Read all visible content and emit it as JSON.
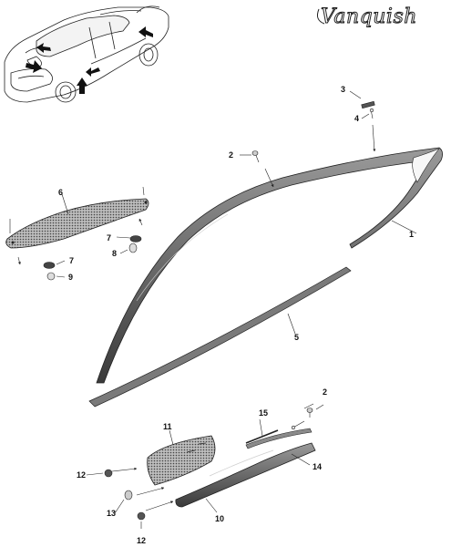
{
  "brand": {
    "logo_text": "Vanquish"
  },
  "callouts": {
    "c1": "1",
    "c2a": "2",
    "c2b": "2",
    "c3": "3",
    "c4": "4",
    "c5": "5",
    "c6": "6",
    "c7a": "7",
    "c7b": "7",
    "c8": "8",
    "c9": "9",
    "c10": "10",
    "c11": "11",
    "c12a": "12",
    "c12b": "12",
    "c13": "13",
    "c14": "14",
    "c15": "15"
  },
  "icons": {
    "locator_arrows": "black-arrow-icon",
    "leader_arrows": "arrowhead-icon"
  },
  "colors": {
    "line": "#222222",
    "trim_fill": "#6e6e6e",
    "mesh_fill": "#9a9a9a",
    "background": "#ffffff"
  }
}
